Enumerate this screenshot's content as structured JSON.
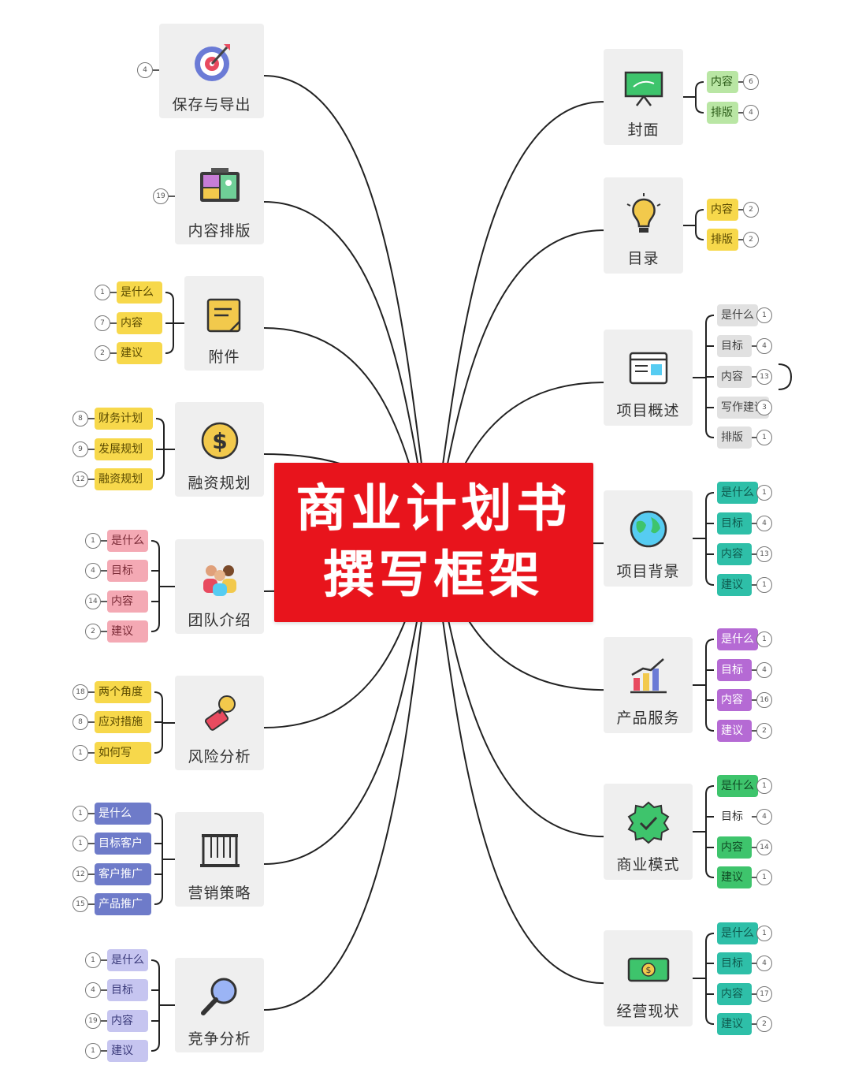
{
  "center": {
    "line1": "商业计划书",
    "line2": "撰写框架"
  },
  "colors": {
    "center": "#e8141c",
    "node": "#efefef",
    "line": "#222222"
  },
  "branches": [
    {
      "id": "save",
      "label": "保存与导出",
      "icon": "target-icon",
      "side": "left",
      "badge": "4",
      "leaves": []
    },
    {
      "id": "layout",
      "label": "内容排版",
      "icon": "board-icon",
      "side": "left",
      "badge": "19",
      "leaves": []
    },
    {
      "id": "attach",
      "label": "附件",
      "icon": "sticky-note-icon",
      "side": "left",
      "leaves": [
        {
          "text": "是什么",
          "badge": "1",
          "color": "yellow"
        },
        {
          "text": "内容",
          "badge": "7",
          "color": "yellow"
        },
        {
          "text": "建议",
          "badge": "2",
          "color": "yellow"
        }
      ]
    },
    {
      "id": "finance",
      "label": "融资规划",
      "icon": "coin-icon",
      "side": "left",
      "leaves": [
        {
          "text": "财务计划",
          "badge": "8",
          "color": "yellow"
        },
        {
          "text": "发展规划",
          "badge": "9",
          "color": "yellow"
        },
        {
          "text": "融资规划",
          "badge": "12",
          "color": "yellow"
        }
      ]
    },
    {
      "id": "team",
      "label": "团队介绍",
      "icon": "team-icon",
      "side": "left",
      "leaves": [
        {
          "text": "是什么",
          "badge": "1",
          "color": "pink"
        },
        {
          "text": "目标",
          "badge": "4",
          "color": "pink"
        },
        {
          "text": "内容",
          "badge": "14",
          "color": "pink"
        },
        {
          "text": "建议",
          "badge": "2",
          "color": "pink"
        }
      ]
    },
    {
      "id": "risk",
      "label": "风险分析",
      "icon": "stamp-icon",
      "side": "left",
      "leaves": [
        {
          "text": "两个角度",
          "badge": "18",
          "color": "yellow"
        },
        {
          "text": "应对措施",
          "badge": "8",
          "color": "yellow"
        },
        {
          "text": "如何写",
          "badge": "1",
          "color": "yellow"
        }
      ]
    },
    {
      "id": "marketing",
      "label": "营销策略",
      "icon": "cradle-icon",
      "side": "left",
      "leaves": [
        {
          "text": "是什么",
          "badge": "1",
          "color": "navy"
        },
        {
          "text": "目标客户",
          "badge": "1",
          "color": "navy"
        },
        {
          "text": "客户推广",
          "badge": "12",
          "color": "navy"
        },
        {
          "text": "产品推广",
          "badge": "15",
          "color": "navy"
        }
      ]
    },
    {
      "id": "compete",
      "label": "竞争分析",
      "icon": "magnifier-icon",
      "side": "left",
      "leaves": [
        {
          "text": "是什么",
          "badge": "1",
          "color": "lav"
        },
        {
          "text": "目标",
          "badge": "4",
          "color": "lav"
        },
        {
          "text": "内容",
          "badge": "19",
          "color": "lav"
        },
        {
          "text": "建议",
          "badge": "1",
          "color": "lav"
        }
      ]
    },
    {
      "id": "cover",
      "label": "封面",
      "icon": "presentation-icon",
      "side": "right",
      "leaves": [
        {
          "text": "内容",
          "badge": "6",
          "color": "green"
        },
        {
          "text": "排版",
          "badge": "4",
          "color": "green"
        }
      ]
    },
    {
      "id": "toc",
      "label": "目录",
      "icon": "lightbulb-icon",
      "side": "right",
      "leaves": [
        {
          "text": "内容",
          "badge": "2",
          "color": "yellow"
        },
        {
          "text": "排版",
          "badge": "2",
          "color": "yellow"
        }
      ]
    },
    {
      "id": "overview",
      "label": "项目概述",
      "icon": "window-icon",
      "side": "right",
      "leaves": [
        {
          "text": "是什么",
          "badge": "1",
          "color": "gray"
        },
        {
          "text": "目标",
          "badge": "4",
          "color": "gray"
        },
        {
          "text": "内容",
          "badge": "13",
          "color": "gray"
        },
        {
          "text": "写作建议",
          "badge": "3",
          "color": "gray"
        },
        {
          "text": "排版",
          "badge": "1",
          "color": "gray"
        }
      ]
    },
    {
      "id": "background",
      "label": "项目背景",
      "icon": "globe-icon",
      "side": "right",
      "leaves": [
        {
          "text": "是什么",
          "badge": "1",
          "color": "teal"
        },
        {
          "text": "目标",
          "badge": "4",
          "color": "teal"
        },
        {
          "text": "内容",
          "badge": "13",
          "color": "teal"
        },
        {
          "text": "建议",
          "badge": "1",
          "color": "teal"
        }
      ]
    },
    {
      "id": "product",
      "label": "产品服务",
      "icon": "bar-chart-icon",
      "side": "right",
      "leaves": [
        {
          "text": "是什么",
          "badge": "1",
          "color": "purple"
        },
        {
          "text": "目标",
          "badge": "4",
          "color": "purple"
        },
        {
          "text": "内容",
          "badge": "16",
          "color": "purple"
        },
        {
          "text": "建议",
          "badge": "2",
          "color": "purple"
        }
      ]
    },
    {
      "id": "model",
      "label": "商业模式",
      "icon": "check-badge-icon",
      "side": "right",
      "leaves": [
        {
          "text": "是什么",
          "badge": "1",
          "color": "green2"
        },
        {
          "text": "目标",
          "badge": "4",
          "color": "plain"
        },
        {
          "text": "内容",
          "badge": "14",
          "color": "green2"
        },
        {
          "text": "建议",
          "badge": "1",
          "color": "green2"
        }
      ]
    },
    {
      "id": "status",
      "label": "经营现状",
      "icon": "money-icon",
      "side": "right",
      "leaves": [
        {
          "text": "是什么",
          "badge": "1",
          "color": "teal"
        },
        {
          "text": "目标",
          "badge": "4",
          "color": "teal"
        },
        {
          "text": "内容",
          "badge": "17",
          "color": "teal"
        },
        {
          "text": "建议",
          "badge": "2",
          "color": "teal"
        }
      ]
    }
  ]
}
